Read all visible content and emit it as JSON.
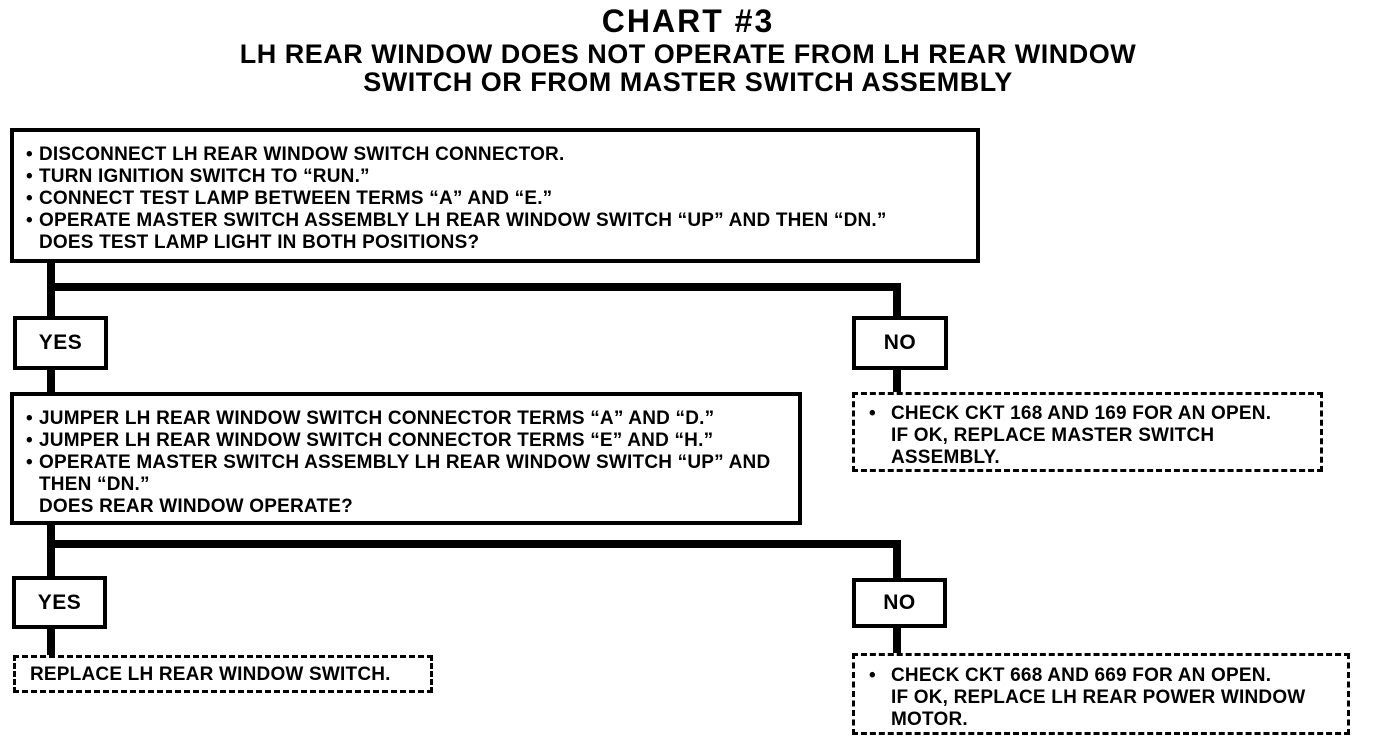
{
  "glyphs": {
    "bullet": "•"
  },
  "colors": {
    "ink": "#000000",
    "paper": "#ffffff"
  },
  "title": {
    "chart_no": "CHART #3",
    "line2": "LH REAR WINDOW DOES NOT OPERATE FROM LH REAR WINDOW",
    "line3": "SWITCH OR FROM MASTER SWITCH ASSEMBLY"
  },
  "boxes": {
    "step1": {
      "bullets": [
        "DISCONNECT LH REAR WINDOW SWITCH CONNECTOR.",
        "TURN IGNITION SWITCH TO “RUN.”",
        "CONNECT TEST LAMP BETWEEN TERMS “A” AND “E.”",
        "OPERATE MASTER SWITCH ASSEMBLY LH REAR WINDOW SWITCH “UP” AND THEN “DN.”"
      ],
      "question": "DOES TEST LAMP LIGHT IN BOTH POSITIONS?"
    },
    "decision1_yes": "YES",
    "decision1_no": "NO",
    "result1_no": {
      "line1": "CHECK CKT 168 AND 169 FOR AN OPEN.",
      "line2": "IF OK, REPLACE MASTER SWITCH",
      "line3": "ASSEMBLY."
    },
    "step2": {
      "bullets": [
        "JUMPER LH REAR WINDOW SWITCH CONNECTOR TERMS “A” AND “D.”",
        "JUMPER LH REAR WINDOW SWITCH CONNECTOR TERMS “E” AND “H.”",
        "OPERATE MASTER SWITCH ASSEMBLY LH REAR WINDOW SWITCH “UP” AND THEN “DN.”"
      ],
      "question": "DOES REAR WINDOW OPERATE?"
    },
    "decision2_yes": "YES",
    "decision2_no": "NO",
    "result2_yes": "REPLACE LH REAR WINDOW SWITCH.",
    "result2_no": {
      "line1": "CHECK CKT 668 AND 669 FOR AN OPEN.",
      "line2": "IF OK, REPLACE LH REAR POWER WINDOW",
      "line3": "MOTOR."
    }
  }
}
